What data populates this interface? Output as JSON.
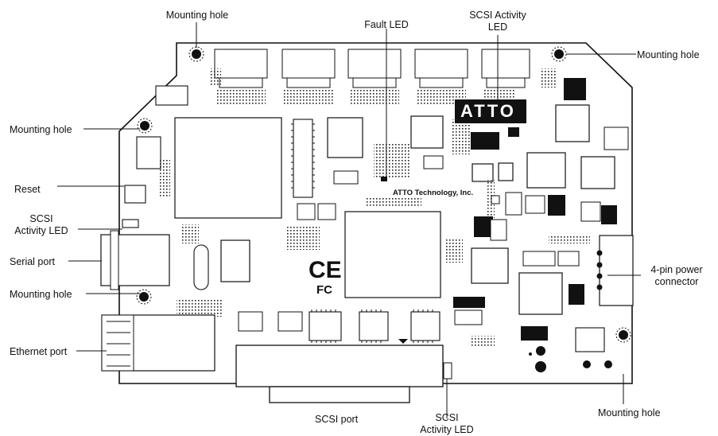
{
  "labels": {
    "mounting_hole_top": "Mounting hole",
    "fault_led": "Fault LED",
    "scsi_activity_led_top_line1": "SCSI Activity",
    "scsi_activity_led_top_line2": "LED",
    "mounting_hole_right": "Mounting hole",
    "mounting_hole_left_upper": "Mounting hole",
    "reset": "Reset",
    "scsi_activity_led_left_line1": "SCSI",
    "scsi_activity_led_left_line2": "Activity LED",
    "serial_port": "Serial port",
    "mounting_hole_left_lower": "Mounting hole",
    "ethernet_port": "Ethernet port",
    "scsi_port": "SCSI port",
    "scsi_activity_led_bottom_line1": "SCSI",
    "scsi_activity_led_bottom_line2": "Activity LED",
    "mounting_hole_bottom_right": "Mounting hole",
    "power_connector_line1": "4-pin power",
    "power_connector_line2": "connector"
  },
  "board_text": {
    "logo": "ATTO",
    "company": "ATTO Technology, Inc.",
    "ce_mark": "CE",
    "fcc_mark": "FC"
  },
  "colors": {
    "ink": "#111111",
    "board": "#ffffff"
  }
}
